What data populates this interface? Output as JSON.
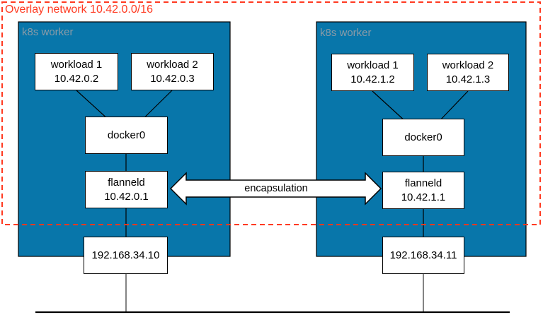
{
  "title": {
    "text": "Overlay network 10.42.0.0/16"
  },
  "workers": [
    {
      "label": "k8s worker",
      "workloads": [
        {
          "name": "workload 1",
          "ip": "10.42.0.2"
        },
        {
          "name": "workload 2",
          "ip": "10.42.0.3"
        }
      ],
      "bridge_label": "docker0",
      "flannel": {
        "name": "flanneld",
        "ip": "10.42.0.1"
      },
      "host_ip": "192.168.34.10"
    },
    {
      "label": "k8s worker",
      "workloads": [
        {
          "name": "workload 1",
          "ip": "10.42.1.2"
        },
        {
          "name": "workload 2",
          "ip": "10.42.1.3"
        }
      ],
      "bridge_label": "docker0",
      "flannel": {
        "name": "flanneld",
        "ip": "10.42.1.1"
      },
      "host_ip": "192.168.34.11"
    }
  ],
  "arrow": {
    "label": "encapsulation"
  },
  "colors": {
    "worker_fill": "#0876AA",
    "overlay_red": "#FF3A21",
    "worker_label_gray": "#8A9BA7"
  }
}
